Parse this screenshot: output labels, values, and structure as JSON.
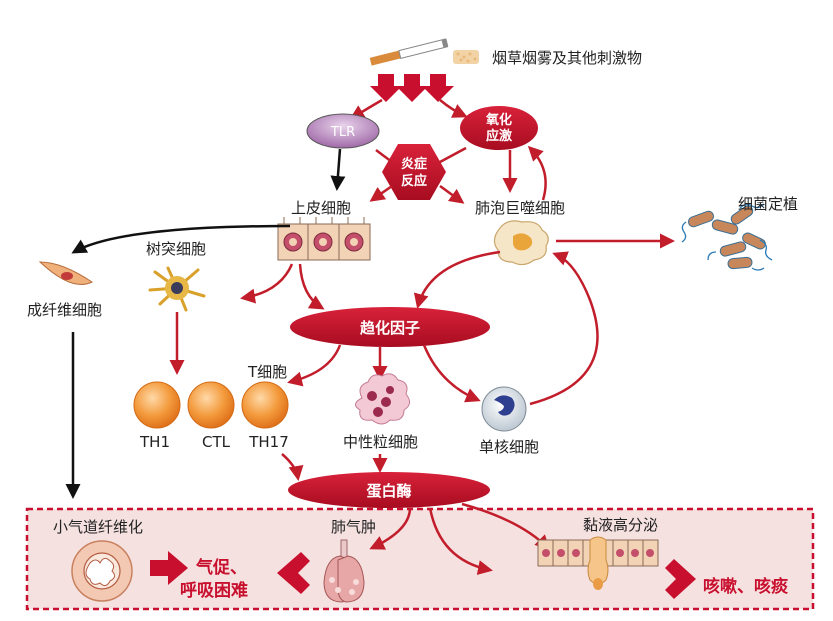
{
  "colors": {
    "accent_red": "#c8102e",
    "dark_red": "#b30f24",
    "arrow_red": "#c21d2b",
    "panel_fill": "#f6e1e1",
    "panel_border": "#c8102e",
    "cell_orange": "#f08a2c",
    "tlr_purple": "#b07cb4"
  },
  "icons": {
    "cigarette": "cigarette-icon",
    "smoke": "smoke-icon",
    "bacteria": "bacteria-icon",
    "lungs": "lungs-icon"
  },
  "labels": {
    "trigger": "烟草烟雾及其他刺激物",
    "tlr": "TLR",
    "oxidative_stress": [
      "氧化",
      "应激"
    ],
    "inflammation": [
      "炎症",
      "反应"
    ],
    "epithelial": "上皮细胞",
    "alveolar_macrophage": "肺泡巨噬细胞",
    "bacterial_colonization": "细菌定植",
    "dendritic": "树突细胞",
    "fibroblast": "成纤维细胞",
    "chemokine": "趋化因子",
    "t_cell": "T细胞",
    "th1": "TH1",
    "ctl": "CTL",
    "th17": "TH17",
    "neutrophil": "中性粒细胞",
    "monocyte": "单核细胞",
    "protease": "蛋白酶",
    "airway_fibrosis": "小气道纤维化",
    "emphysema": "肺气肿",
    "mucus": "黏液高分泌",
    "dyspnea": [
      "气促、",
      "呼吸困难"
    ],
    "cough": "咳嗽、咳痰"
  }
}
